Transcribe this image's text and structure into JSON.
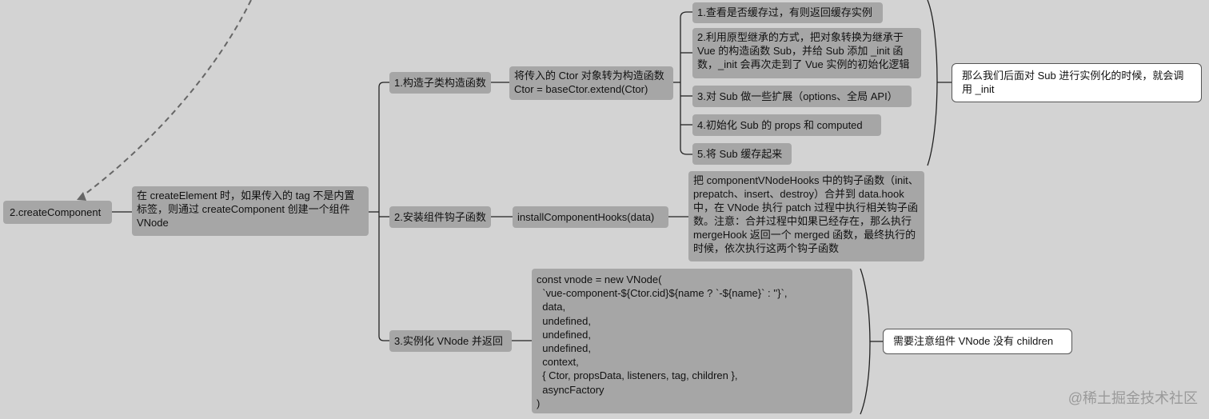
{
  "root": {
    "label": "2.createComponent"
  },
  "description": "在 createElement 时，如果传入的 tag 不是内置标签，则通过 createComponent 创建一个组件 VNode",
  "steps": [
    {
      "label": "1.构造子类构造函数",
      "detail": "将传入的 Ctor 对象转为构造函数\nCtor = baseCtor.extend(Ctor)",
      "substeps": [
        "1.查看是否缓存过，有则返回缓存实例",
        "2.利用原型继承的方式，把对象转换为继承于 Vue 的构造函数 Sub，并给 Sub 添加 _init 函数，_init 会再次走到了 Vue 实例的初始化逻辑",
        "3.对 Sub 做一些扩展（options、全局 API）",
        "4.初始化 Sub 的 props 和 computed",
        "5.将 Sub 缓存起来"
      ],
      "note": "那么我们后面对 Sub 进行实例化的时候，就会调用 _init"
    },
    {
      "label": "2.安装组件钩子函数",
      "detail": "installComponentHooks(data)",
      "explanation": "把 componentVNodeHooks 中的钩子函数（init、prepatch、insert、destroy）合并到 data.hook 中，在 VNode 执行 patch 过程中执行相关钩子函数。注意：合并过程中如果已经存在，那么执行 mergeHook 返回一个 merged 函数，最终执行的时候，依次执行这两个钩子函数"
    },
    {
      "label": "3.实例化 VNode 并返回",
      "code": "const vnode = new VNode(\n  `vue-component-${Ctor.cid}${name ? `-${name}` : ''}`,\n  data,\n  undefined,\n  undefined,\n  undefined,\n  context,\n  { Ctor, propsData, listeners, tag, children },\n  asyncFactory\n)",
      "note": "需要注意组件 VNode 没有 children"
    }
  ],
  "watermark": "@稀土掘金技术社区"
}
